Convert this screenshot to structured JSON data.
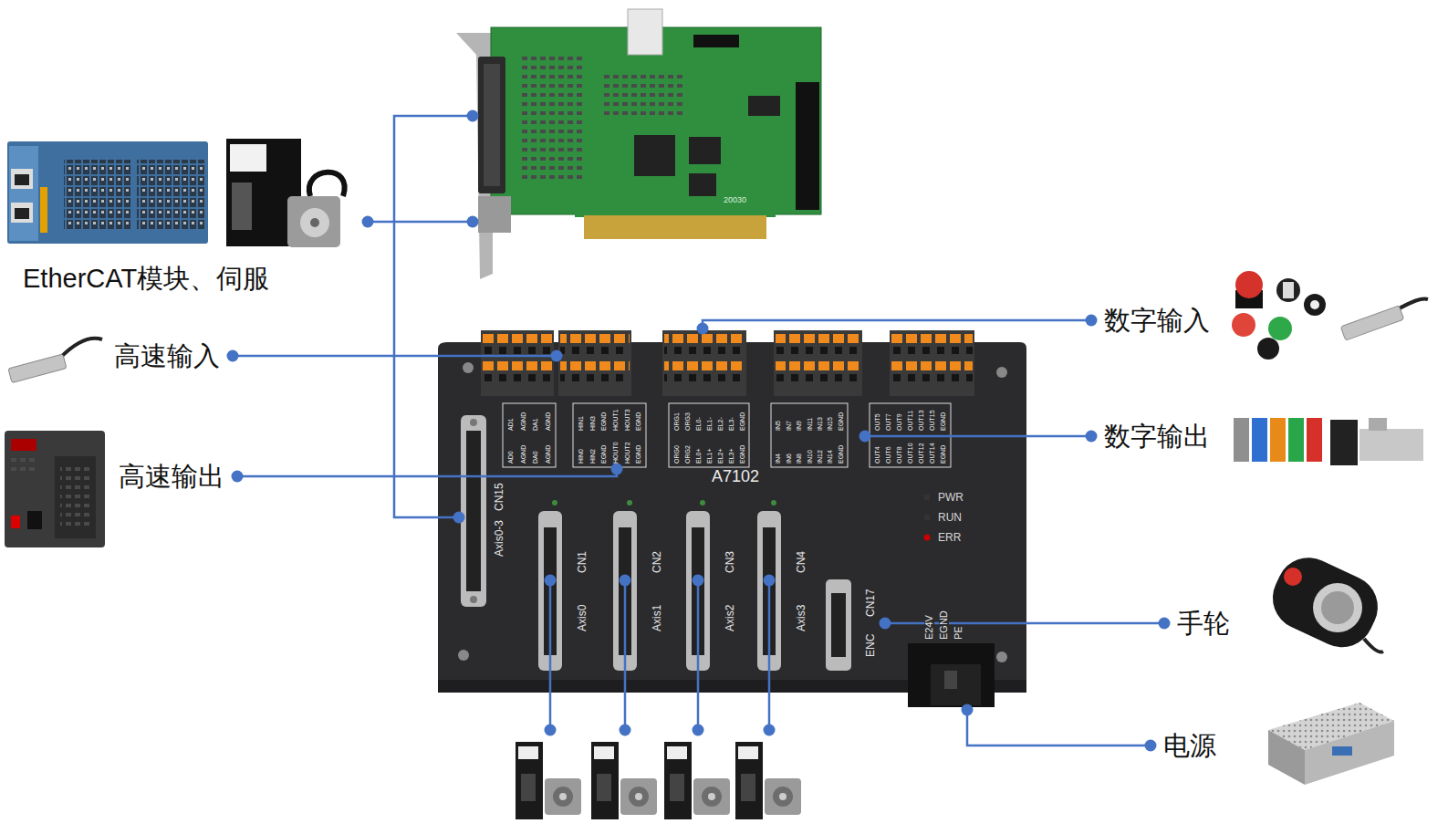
{
  "diagram": {
    "nodes": [
      {
        "text": [
          "20030"
        ]
      },
      {
        "text": [
          "EtherCAT模块、伺服"
        ]
      },
      {
        "text": [
          "高速输入"
        ]
      },
      {
        "text": [
          "高速输出"
        ]
      },
      {
        "text": [
          "数字输入"
        ]
      },
      {
        "text": [
          "数字输出"
        ]
      },
      {
        "text": [
          "手轮"
        ]
      },
      {
        "text": [
          "电源"
        ]
      },
      {
        "text": [
          "A7102"
        ]
      },
      {
        "text": [
          "AD1",
          "AGND",
          "DA1",
          "AGND",
          "AD0",
          "AGND",
          "DA0",
          "AGND"
        ],
        "in": 8
      },
      {
        "text": [
          "HIN1",
          "HIN3",
          "EGND",
          "HOUT1",
          "HOUT3",
          "EGND",
          "HIN0",
          "HIN2",
          "EGND",
          "HOUT0",
          "HOUT2",
          "EGND"
        ],
        "in": 8
      },
      {
        "text": [
          "ORG1",
          "ORG3",
          "EL0-",
          "EL1-",
          "EL2-",
          "EL3-",
          "EGND",
          "ORG0",
          "ORG2",
          "EL0+",
          "EL1+",
          "EL2+",
          "EL3+",
          "EGND"
        ],
        "in": 8
      },
      {
        "text": [
          "IN5",
          "IN7",
          "IN9",
          "IN11",
          "IN13",
          "IN15",
          "EGND",
          "IN4",
          "IN6",
          "IN8",
          "IN10",
          "IN12",
          "IN14",
          "EGND"
        ],
        "in": 8
      },
      {
        "text": [
          "OUT5",
          "OUT7",
          "OUT9",
          "OUT11",
          "OUT13",
          "OUT15",
          "EGND",
          "OUT4",
          "OUT6",
          "OUT8",
          "OUT10",
          "OUT12",
          "OUT14",
          "EGND"
        ],
        "in": 8
      },
      {
        "text": [
          "CN15",
          "Axis0-3"
        ],
        "in": 8
      },
      {
        "text": [
          "CN1",
          "Axis0"
        ],
        "in": 8
      },
      {
        "text": [
          "CN2",
          "Axis1"
        ],
        "in": 8
      },
      {
        "text": [
          "CN3",
          "Axis2"
        ],
        "in": 8
      },
      {
        "text": [
          "CN4",
          "Axis3"
        ],
        "in": 8
      },
      {
        "text": [
          "CN17",
          "ENC"
        ],
        "in": 8
      },
      {
        "text": [
          "E24V",
          "EGND",
          "PE"
        ],
        "in": 8
      }
    ],
    "edges": [
      {
        "from": 1,
        "to": 0,
        "arrow": "none"
      },
      {
        "from": 0,
        "to": 14,
        "arrow": "none"
      },
      {
        "from": 2,
        "to": 10,
        "arrow": "none"
      },
      {
        "from": 3,
        "to": 10,
        "arrow": "none"
      },
      {
        "from": 4,
        "to": 11,
        "arrow": "none"
      },
      {
        "from": 5,
        "to": 12,
        "arrow": "none"
      },
      {
        "from": 6,
        "to": 19,
        "arrow": "none"
      },
      {
        "from": 7,
        "to": 20,
        "arrow": "none"
      }
    ],
    "labels": [
      "PWR",
      "RUN",
      "ERR"
    ]
  }
}
